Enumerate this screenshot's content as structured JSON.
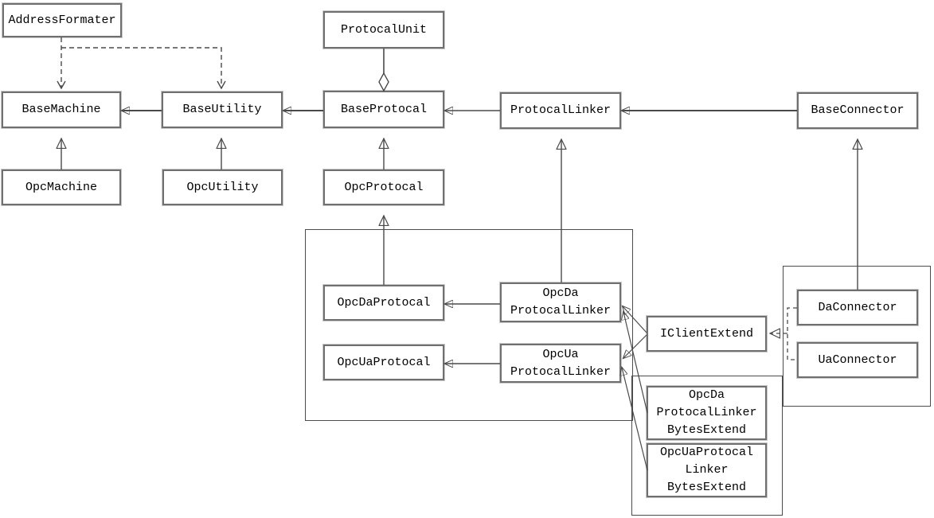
{
  "diagram": {
    "kind": "uml-class-diagram",
    "colors": {
      "background": "#ffffff",
      "box_border": "#6f6f6f",
      "group_border": "#4c4c4c",
      "line": "#4a4a4a",
      "arrow_fill": "#000000",
      "text": "#000000"
    },
    "nodes": {
      "address_formater": {
        "label": "AddressFormater"
      },
      "protocal_unit": {
        "label": "ProtocalUnit"
      },
      "base_machine": {
        "label": "BaseMachine"
      },
      "base_utility": {
        "label": "BaseUtility"
      },
      "base_protocal": {
        "label": "BaseProtocal"
      },
      "protocal_linker": {
        "label": "ProtocalLinker"
      },
      "base_connector": {
        "label": "BaseConnector"
      },
      "opc_machine": {
        "label": "OpcMachine"
      },
      "opc_utility": {
        "label": "OpcUtility"
      },
      "opc_protocal": {
        "label": "OpcProtocal"
      },
      "opc_da_protocal": {
        "label": "OpcDaProtocal"
      },
      "opc_da_protocal_linker": {
        "label": "OpcDa\nProtocalLinker"
      },
      "opc_ua_protocal": {
        "label": "OpcUaProtocal"
      },
      "opc_ua_protocal_linker": {
        "label": "OpcUa\nProtocalLinker"
      },
      "i_client_extend": {
        "label": "IClientExtend"
      },
      "da_connector": {
        "label": "DaConnector"
      },
      "ua_connector": {
        "label": "UaConnector"
      },
      "opc_da_protocal_linker_bytes_extend": {
        "label": "OpcDa\nProtocalLinker\nBytesExtend"
      },
      "opc_ua_protocal_linker_bytes_extend": {
        "label": "OpcUaProtocal\nLinker\nBytesExtend"
      }
    },
    "relationships": [
      {
        "from": "AddressFormater",
        "to": "BaseMachine",
        "type": "dashed-dependency"
      },
      {
        "from": "AddressFormater",
        "to": "BaseUtility",
        "type": "dashed-dependency"
      },
      {
        "from": "BaseUtility",
        "to": "BaseMachine",
        "type": "association-arrow"
      },
      {
        "from": "BaseProtocal",
        "to": "BaseUtility",
        "type": "association-arrow"
      },
      {
        "from": "ProtocalLinker",
        "to": "BaseProtocal",
        "type": "association-arrow"
      },
      {
        "from": "BaseConnector",
        "to": "ProtocalLinker",
        "type": "association-arrow"
      },
      {
        "from": "ProtocalUnit",
        "to": "BaseProtocal",
        "type": "aggregation-diamond"
      },
      {
        "from": "OpcMachine",
        "to": "BaseMachine",
        "type": "inheritance"
      },
      {
        "from": "OpcUtility",
        "to": "BaseUtility",
        "type": "inheritance"
      },
      {
        "from": "OpcProtocal",
        "to": "BaseProtocal",
        "type": "inheritance"
      },
      {
        "from": "OpcDaProtocal",
        "to": "OpcProtocal",
        "type": "inheritance"
      },
      {
        "from": "OpcDaProtocalLinker",
        "to": "ProtocalLinker",
        "type": "inheritance"
      },
      {
        "from": "OpcDaProtocalLinker",
        "to": "OpcDaProtocal",
        "type": "association-arrow"
      },
      {
        "from": "OpcUaProtocalLinker",
        "to": "OpcUaProtocal",
        "type": "association-arrow"
      },
      {
        "from": "DaConnector",
        "to": "BaseConnector",
        "type": "inheritance"
      },
      {
        "from": "IClientExtend",
        "to": "OpcDaProtocalLinker",
        "type": "association-arrow"
      },
      {
        "from": "IClientExtend",
        "to": "OpcUaProtocalLinker",
        "type": "association-arrow"
      },
      {
        "from": "OpcDaProtocalLinkerBytesExtend",
        "to": "OpcDaProtocalLinker",
        "type": "association-arrow"
      },
      {
        "from": "OpcUaProtocalLinkerBytesExtend",
        "to": "OpcUaProtocalLinker",
        "type": "association-arrow"
      },
      {
        "from": "DaConnector",
        "to": "IClientExtend",
        "type": "dashed-realization"
      },
      {
        "from": "UaConnector",
        "to": "IClientExtend",
        "type": "dashed-realization"
      }
    ]
  }
}
